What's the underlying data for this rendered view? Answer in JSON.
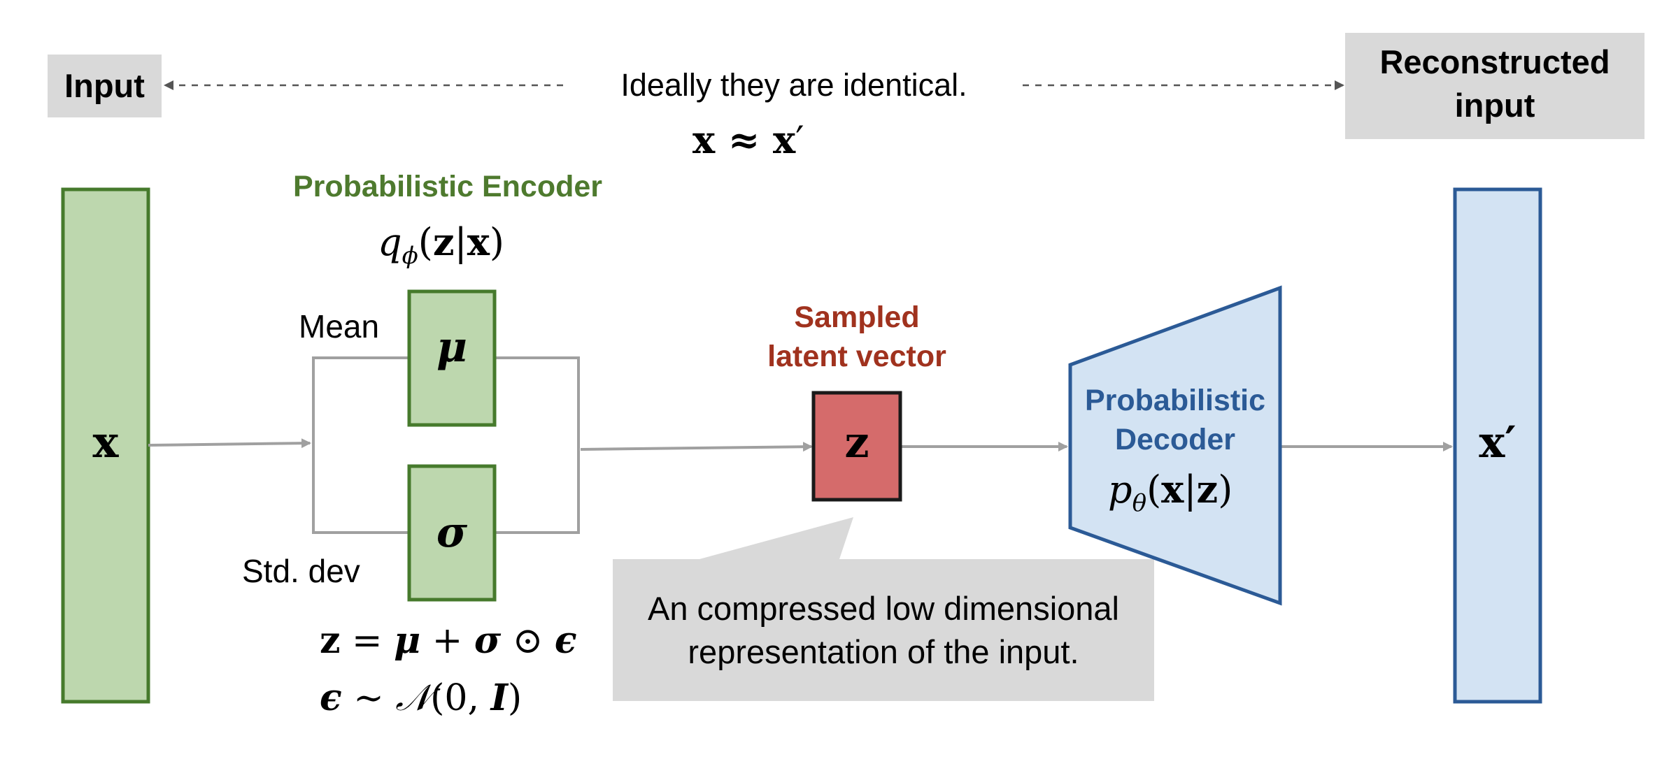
{
  "labels": {
    "input": "Input",
    "reconstructed_input": "Reconstructed\ninput",
    "ideal": "Ideally they are identical.",
    "ideal_formula": "x ≈ x′",
    "encoder_title": "Probabilistic Encoder",
    "encoder_formula": "qϕ(z|x)",
    "mean": "Mean",
    "std_dev": "Std. dev",
    "sampled_latent": "Sampled\nlatent vector",
    "decoder_title": "Probabilistic\nDecoder",
    "decoder_formula": "pθ(x|z)",
    "callout": "An compressed low dimensional\nrepresentation of the input.",
    "reparam_formula_1": "z = μ + σ ⊙ ϵ",
    "reparam_formula_2": "ϵ ∼ 𝒩(0, I)"
  },
  "nodes": {
    "x": "x",
    "mu": "μ",
    "sigma": "σ",
    "z": "z",
    "x_prime": "x′"
  },
  "colors": {
    "encoder_green": "#4e7a2e",
    "green_fill": "#bdd7ae",
    "green_stroke": "#467a2c",
    "latent_red": "#a0321e",
    "z_fill": "#d56b6b",
    "decoder_blue": "#2b5a96",
    "blue_fill": "#d3e3f3",
    "blue_stroke": "#2b5a96",
    "arrow_gray": "#a0a0a0",
    "tag_gray": "#d9d9d9"
  }
}
